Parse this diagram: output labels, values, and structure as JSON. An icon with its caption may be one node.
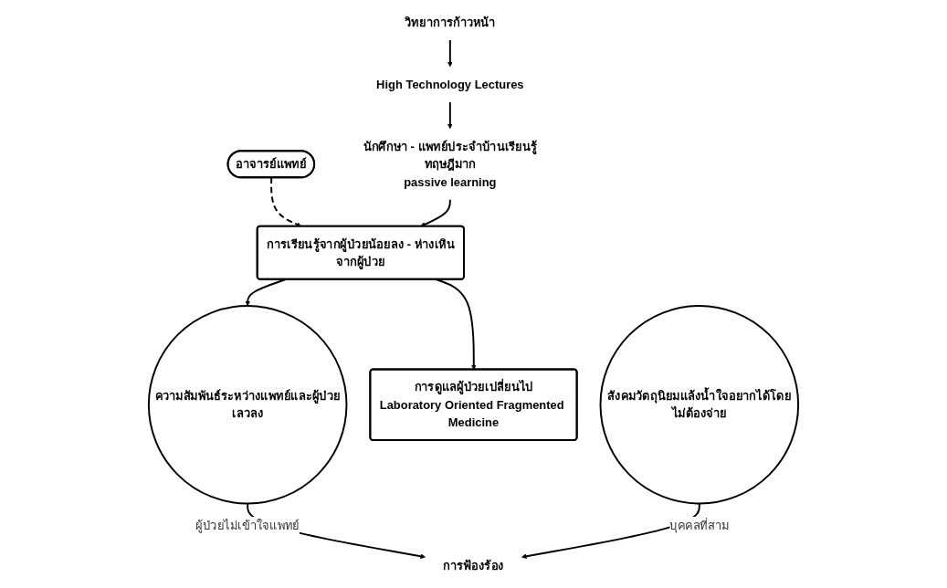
{
  "diagram": {
    "nodes": [
      {
        "text": [
          "วิทยาการก้าวหน้า"
        ]
      },
      {
        "text": [
          "High Technology Lectures"
        ]
      },
      {
        "text": [
          "อาจารย์แพทย์"
        ]
      },
      {
        "text": [
          "นักศึกษา - แพทย์ประจำบ้านเรียนรู้ทฤษฎีมาก",
          "passive learning"
        ]
      },
      {
        "text": [
          "การเรียนรู้จากผู้ป่วยน้อยลง - ห่างเหินจากผู้ป่วย"
        ]
      },
      {
        "text": [
          "ความสัมพันธ์ระหว่างแพทย์และผู้ป่วยเลวลง"
        ]
      },
      {
        "text": [
          "การดูแลผู้ป่วยเปลี่ยนไป",
          "Laboratory Oriented Fragmented Medicine"
        ]
      },
      {
        "text": [
          "สังคมวัตถุนิยมแล้งน้ำใจอยากได้โดยไม่ต้องจ่าย"
        ]
      },
      {
        "text": [
          "การฟ้องร้อง"
        ]
      }
    ],
    "edges": [
      {
        "from": 0,
        "to": 1,
        "arrow": "to"
      },
      {
        "from": 1,
        "to": 3,
        "arrow": "to"
      },
      {
        "from": 2,
        "to": 4,
        "arrow": "to",
        "style": "dashed"
      },
      {
        "from": 3,
        "to": 4,
        "arrow": "to"
      },
      {
        "from": 4,
        "to": 5,
        "arrow": "to"
      },
      {
        "from": 4,
        "to": 6,
        "arrow": "to"
      },
      {
        "from": 5,
        "to": 8,
        "arrow": "to",
        "label": "ผู้ป่วยไม่เข้าใจแพทย์"
      },
      {
        "from": 7,
        "to": 8,
        "arrow": "to",
        "label": "บุคคลที่สาม"
      }
    ]
  }
}
